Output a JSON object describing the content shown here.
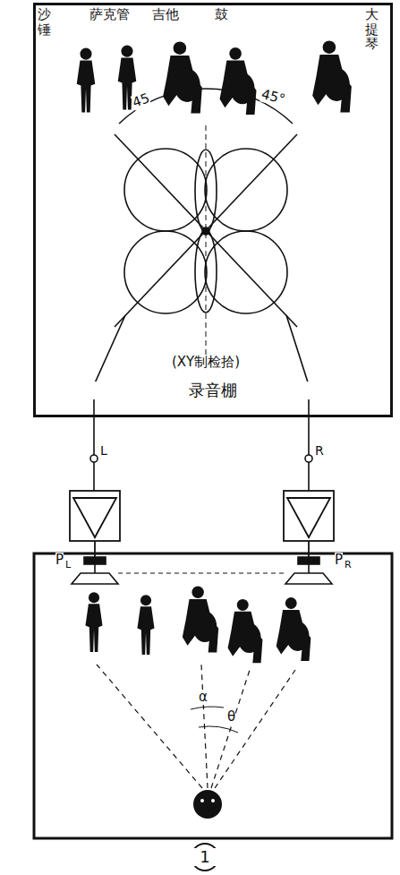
{
  "diagram": {
    "nodes": [
      {
        "text": [
          "录音棚"
        ]
      },
      {
        "text": [
          "1"
        ]
      }
    ],
    "labels": [
      "沙锤",
      "萨克管",
      "吉他",
      "鼓",
      "大提琴",
      "45",
      "45°",
      "(XY制检拾)",
      "L",
      "R",
      "P",
      "L",
      "P",
      "R",
      "α",
      "θ"
    ]
  }
}
